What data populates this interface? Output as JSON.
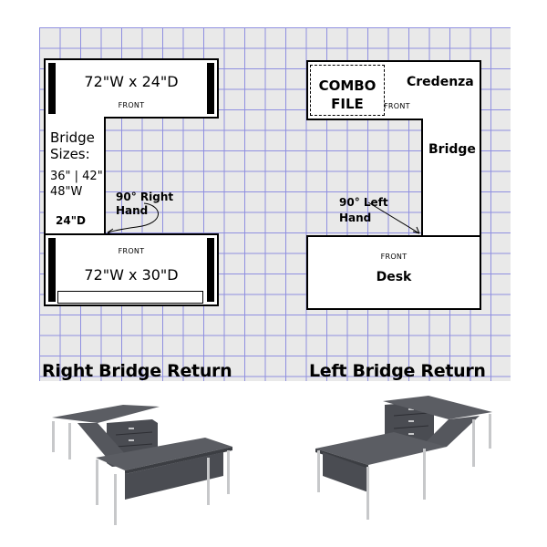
{
  "right_plan": {
    "top_desk": {
      "dimension": "72\"W x 24\"D",
      "front": "FRONT"
    },
    "bridge_sizes": {
      "line1": "Bridge",
      "line2": "Sizes:",
      "line3": "36\" | 42\"",
      "line4": "48\"W",
      "depth": "24\"D"
    },
    "hand_note": {
      "line1": "90° Right",
      "line2": "Hand"
    },
    "bottom_desk": {
      "dimension": "72\"W x 30\"D",
      "front": "FRONT"
    },
    "caption": "Right Bridge Return"
  },
  "left_plan": {
    "combo_file": {
      "line1": "COMBO",
      "line2": "FILE"
    },
    "credenza": {
      "label": "Credenza",
      "front": "FRONT"
    },
    "bridge": {
      "label": "Bridge"
    },
    "hand_note": {
      "line1": "90° Left",
      "line2": "Hand"
    },
    "desk": {
      "label": "Desk",
      "front": "FRONT"
    },
    "caption": "Left Bridge Return"
  },
  "colors": {
    "grid_line": "#8f8fe0",
    "grid_bg": "#e9e9e9",
    "desk_top": "#4a4c52",
    "leg": "#c7c8ca"
  }
}
